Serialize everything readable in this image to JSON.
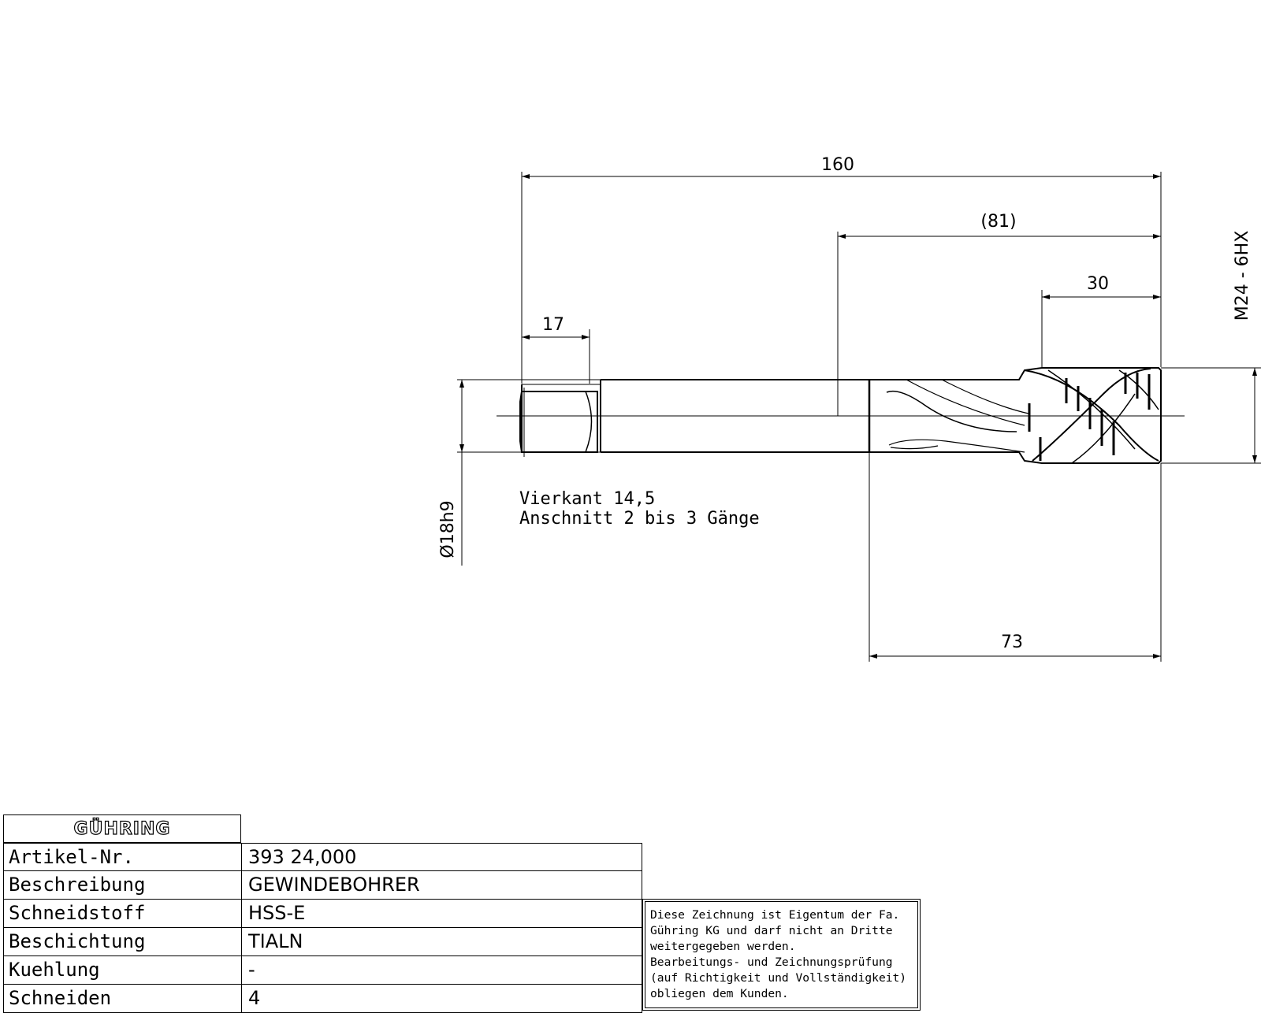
{
  "drawing": {
    "dimensions": {
      "overall_length": "160",
      "thread_length": "(81)",
      "thread_lead": "30",
      "square_length": "17",
      "flute_length": "73",
      "shank_diameter": "Ø18h9",
      "thread_size": "M24 - 6HX"
    },
    "notes": {
      "line1": "Vierkant 14,5",
      "line2": "Anschnitt 2 bis 3 Gänge"
    }
  },
  "title_block": {
    "logo": "GÜHRING",
    "rows": [
      {
        "label": "Artikel-Nr.",
        "value": "393 24,000"
      },
      {
        "label": "Beschreibung",
        "value": "GEWINDEBOHRER"
      },
      {
        "label": "Schneidstoff",
        "value": "HSS-E"
      },
      {
        "label": "Beschichtung",
        "value": "TIALN"
      },
      {
        "label": "Kuehlung",
        "value": "-"
      },
      {
        "label": "Schneiden",
        "value": "4"
      }
    ]
  },
  "notice": {
    "text": "Diese Zeichnung ist Eigentum der Fa.\nGühring KG und darf nicht an Dritte\nweitergegeben werden.\nBearbeitungs- und Zeichnungsprüfung\n(auf Richtigkeit und Vollständigkeit)\nobliegen dem Kunden."
  }
}
